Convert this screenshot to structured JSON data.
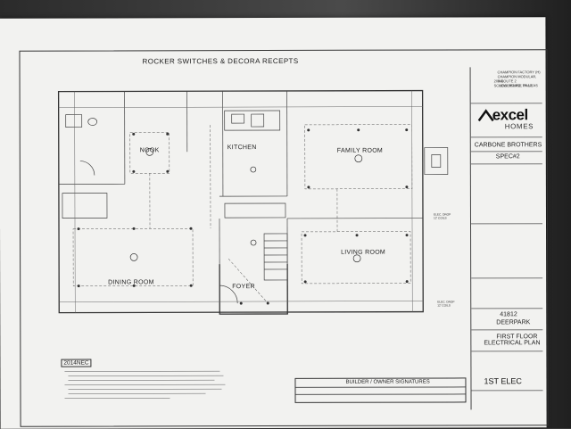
{
  "plan": {
    "title": "ROCKER SWITCHES & DECORA RECEPTS",
    "rooms": {
      "nook": "NOOK",
      "kitchen": "KITCHEN",
      "family_room": "FAMILY ROOM",
      "dining_room": "DINING ROOM",
      "living_room": "LIVING ROOM",
      "foyer": "FOYER"
    },
    "elec_drop_1": "ELEC. DROP",
    "elec_drop_1b": "12' COILS",
    "elec_drop_2": "ELEC. DROP",
    "elec_drop_2b": "12' COILS"
  },
  "title_block": {
    "company_line1": "CHAMPION FACTORY (H)",
    "company_line2": "CHAMPION MODULAR, INC.",
    "company_line3": "200 ROUTE 2 SCHOOLHOUSE TRAIL",
    "company_line4": "LEWISBURG, PA 17045",
    "brand": "excel",
    "brand_sub": "HOMES",
    "builder": "CARBONE BROTHERS",
    "spec": "SPEC#2",
    "model_number": "41812",
    "model_name": "DEERPARK",
    "sheet_title_1": "FIRST FLOOR",
    "sheet_title_2": "ELECTRICAL PLAN",
    "sheet_id": "1ST ELEC"
  },
  "code": {
    "nec": "2014NEC"
  },
  "signatures": {
    "title": "BUILDER / OWNER SIGNATURES"
  }
}
